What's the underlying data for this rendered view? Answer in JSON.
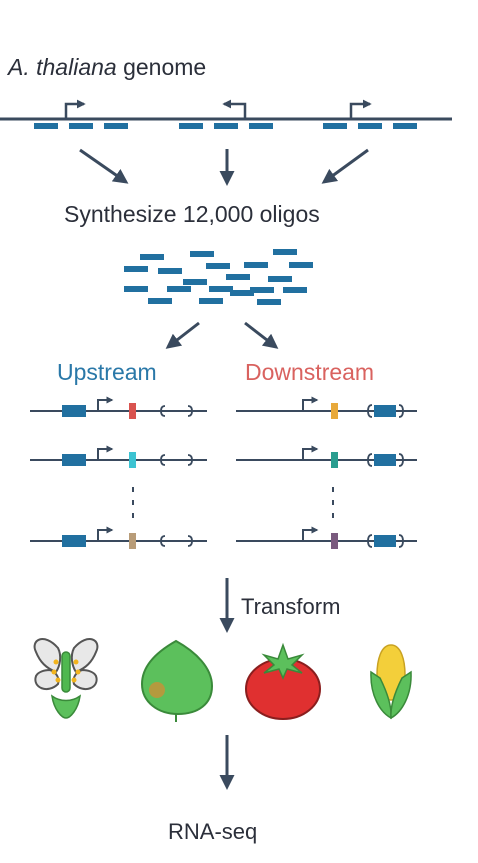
{
  "genome": {
    "species": "A. thaliana",
    "suffix": "genome"
  },
  "synthesis": {
    "label": "Synthesize 12,000 oligos"
  },
  "libraries": {
    "upstream_label": "Upstream",
    "downstream_label": "Downstream"
  },
  "steps": {
    "transform_label": "Transform",
    "readout_label": "RNA-seq"
  },
  "colors": {
    "ink": "#3a4a5e",
    "exon_blue": "#2170a0",
    "upstream_text": "#2a78a8",
    "downstream_text": "#d9625f",
    "variant_red": "#d9534f",
    "variant_cyan": "#3cc3d2",
    "variant_tan": "#b89c78",
    "variant_orange": "#e8a93a",
    "variant_teal": "#2a9d8f",
    "variant_purple": "#7a5a7e",
    "leaf_green": "#5cc05c",
    "tomato_red": "#e03030",
    "corn_yellow": "#f3cf3a"
  },
  "organisms": [
    "arabidopsis-flower-icon",
    "leaf-icon",
    "tomato-icon",
    "corn-icon"
  ]
}
